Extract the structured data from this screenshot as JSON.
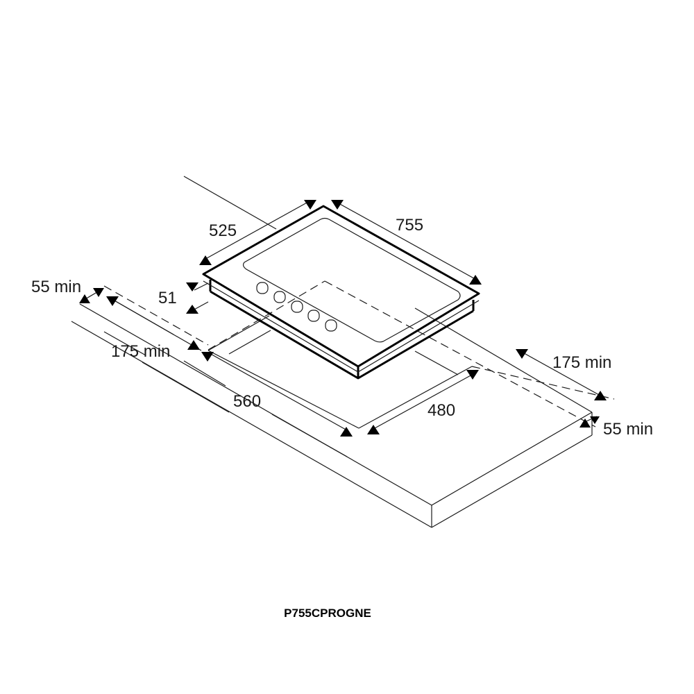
{
  "diagram": {
    "type": "hob installation cut-out drawing",
    "model": "P755CPROGNE",
    "units": "mm",
    "dimensions": {
      "hob_depth": "525",
      "hob_width": "755",
      "hob_height": "51",
      "cutout_width": "560",
      "cutout_depth": "480",
      "side_clearance_left": "175 min",
      "side_clearance_right": "175 min",
      "front_clearance_left": "55 min",
      "front_clearance_right": "55 min"
    },
    "burner_knobs": 5,
    "colors": {
      "line": "#1a1a1a",
      "background": "#ffffff"
    }
  }
}
